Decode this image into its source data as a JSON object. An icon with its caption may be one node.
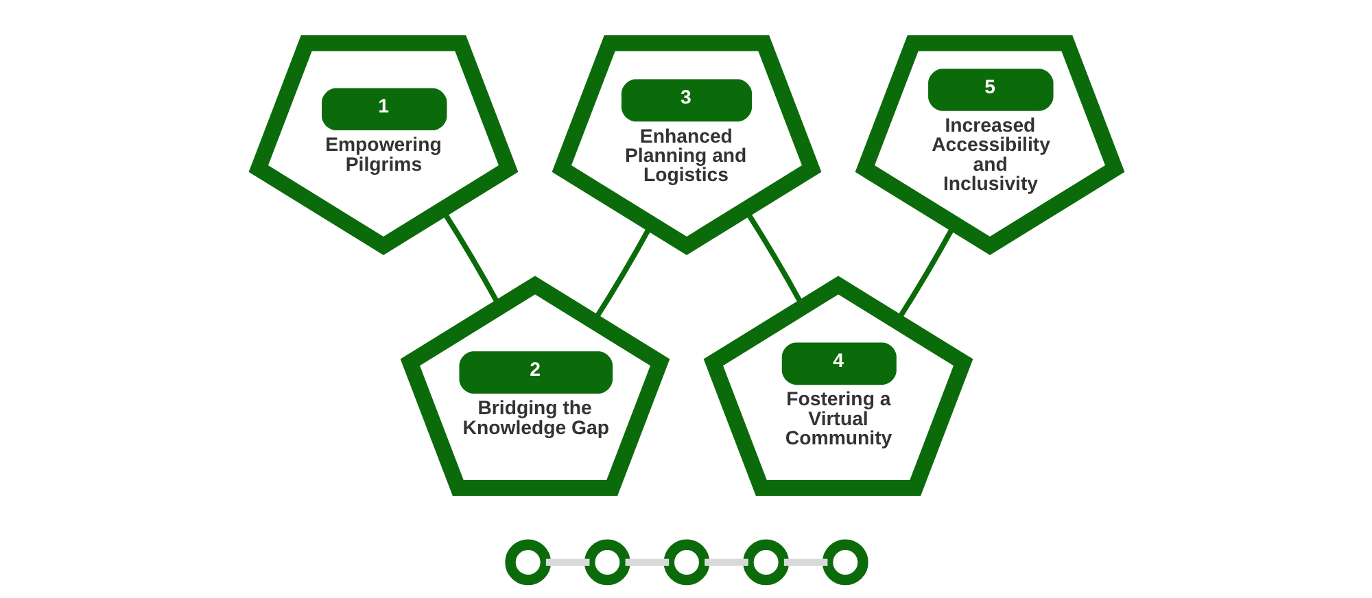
{
  "diagram": {
    "nodes": [
      {
        "text": [
          "1",
          "Empowering Pilgrims"
        ]
      },
      {
        "text": [
          "2",
          "Bridging the Knowledge Gap"
        ]
      },
      {
        "text": [
          "3",
          "Enhanced Planning and Logistics"
        ]
      },
      {
        "text": [
          "4",
          "Fostering a Virtual Community"
        ]
      },
      {
        "text": [
          "5",
          "Increased Accessibility and Inclusivity"
        ]
      },
      {
        "text": [],
        "shape": "circle"
      },
      {
        "text": [],
        "shape": "circle"
      },
      {
        "text": [],
        "shape": "circle"
      },
      {
        "text": [],
        "shape": "circle"
      },
      {
        "text": [],
        "shape": "circle"
      }
    ],
    "edges": [
      {
        "from": 0,
        "to": 1,
        "arrow": "none"
      },
      {
        "from": 1,
        "to": 2,
        "arrow": "none"
      },
      {
        "from": 2,
        "to": 3,
        "arrow": "none"
      },
      {
        "from": 3,
        "to": 4,
        "arrow": "none"
      },
      {
        "from": 5,
        "to": 6,
        "arrow": "none",
        "color": "#d9d9d9"
      },
      {
        "from": 6,
        "to": 7,
        "arrow": "none",
        "color": "#d9d9d9"
      },
      {
        "from": 7,
        "to": 8,
        "arrow": "none",
        "color": "#d9d9d9"
      },
      {
        "from": 8,
        "to": 9,
        "arrow": "none",
        "color": "#d9d9d9"
      }
    ]
  }
}
